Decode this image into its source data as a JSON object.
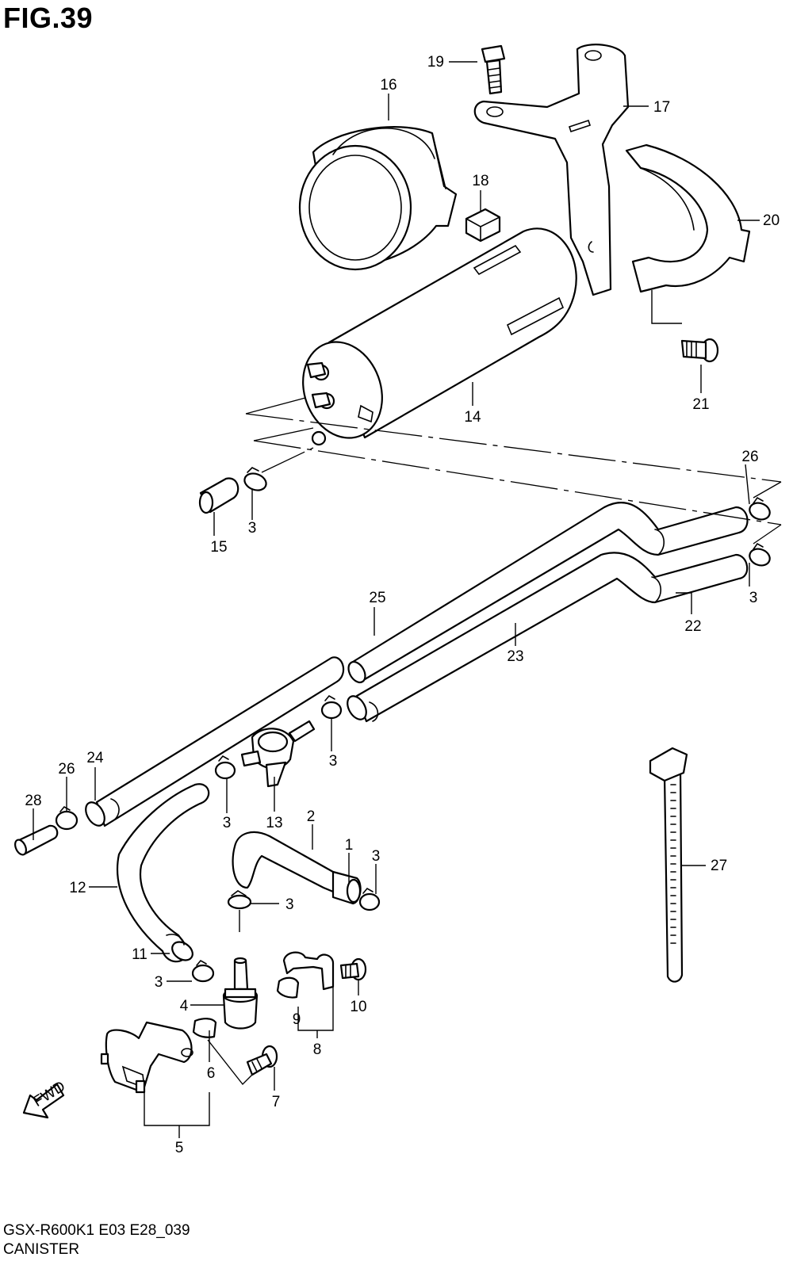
{
  "figure_title": "FIG.39",
  "footer": {
    "model_code": "GSX-R600K1 E03 E28_039",
    "assembly_name": "CANISTER"
  },
  "fwd_label": "FWD",
  "callouts": {
    "n1": "1",
    "n2": "2",
    "n3a": "3",
    "n3b": "3",
    "n3c": "3",
    "n3d": "3",
    "n3e": "3",
    "n3f": "3",
    "n3g": "3",
    "n4": "4",
    "n5": "5",
    "n6": "6",
    "n7": "7",
    "n8": "8",
    "n9": "9",
    "n10": "10",
    "n11": "11",
    "n12": "12",
    "n13": "13",
    "n14": "14",
    "n15": "15",
    "n16": "16",
    "n17": "17",
    "n18": "18",
    "n19": "19",
    "n20": "20",
    "n21": "21",
    "n22": "22",
    "n23": "23",
    "n24": "24",
    "n25": "25",
    "n26a": "26",
    "n26b": "26",
    "n27": "27",
    "n28": "28"
  }
}
